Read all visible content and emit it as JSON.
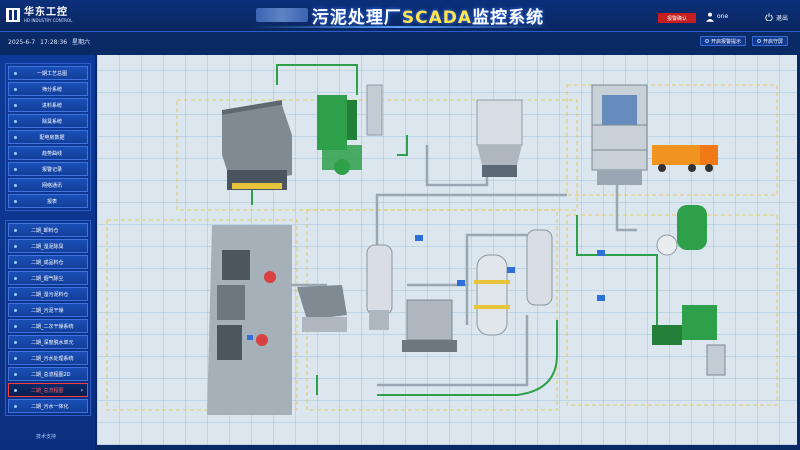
{
  "header": {
    "logo_cn": "华东工控",
    "logo_en": "HD INDUSTRY CONTROL",
    "title_part1": "污泥处理厂",
    "title_highlight": "SCADA",
    "title_part2": "监控系统",
    "alarm_button": "报警确认",
    "user_name": "one",
    "logout_label": "退出"
  },
  "subheader": {
    "date": "2025-6-7",
    "time": "17:28:36",
    "weekday": "星期六",
    "btn_alarm_hint": "开启报警提示",
    "btn_lock": "开启守屏"
  },
  "sidebar": {
    "group1": [
      {
        "label": "一期工艺总图"
      },
      {
        "label": "筛分系统"
      },
      {
        "label": "进料系统"
      },
      {
        "label": "除臭系统"
      },
      {
        "label": "配电房数据"
      },
      {
        "label": "趋势曲线"
      },
      {
        "label": "报警记录"
      },
      {
        "label": "网络通讯"
      },
      {
        "label": "报表"
      }
    ],
    "group2": [
      {
        "label": "二期_卸料仓",
        "active": false
      },
      {
        "label": "二期_湿泥除臭",
        "active": false
      },
      {
        "label": "二期_成品料仓",
        "active": false
      },
      {
        "label": "二期_烟气除尘",
        "active": false
      },
      {
        "label": "二期_湿污泥料仓",
        "active": false
      },
      {
        "label": "二期_污泥干燥",
        "active": false
      },
      {
        "label": "二期_二次干燥系统",
        "active": false
      },
      {
        "label": "二期_深度脱水单元",
        "active": false
      },
      {
        "label": "二期_污水处理系统",
        "active": false
      },
      {
        "label": "二期_总流程图2D",
        "active": false
      },
      {
        "label": "二期_总流程图",
        "active": true
      },
      {
        "label": "二期_污水一体化",
        "active": false
      }
    ],
    "tech_support": "技术支持"
  },
  "icons": {
    "user": "user-icon",
    "logout": "power-icon",
    "active_arrow": "chevron-right-icon"
  },
  "colors": {
    "header_bg": "#0b2f7a",
    "title_highlight": "#ffe44d",
    "alarm_red": "#c41e1e",
    "active_item": "#ff5a5a",
    "pipe_green": "#2fa04a",
    "canvas_bg": "#dbe6ee"
  }
}
